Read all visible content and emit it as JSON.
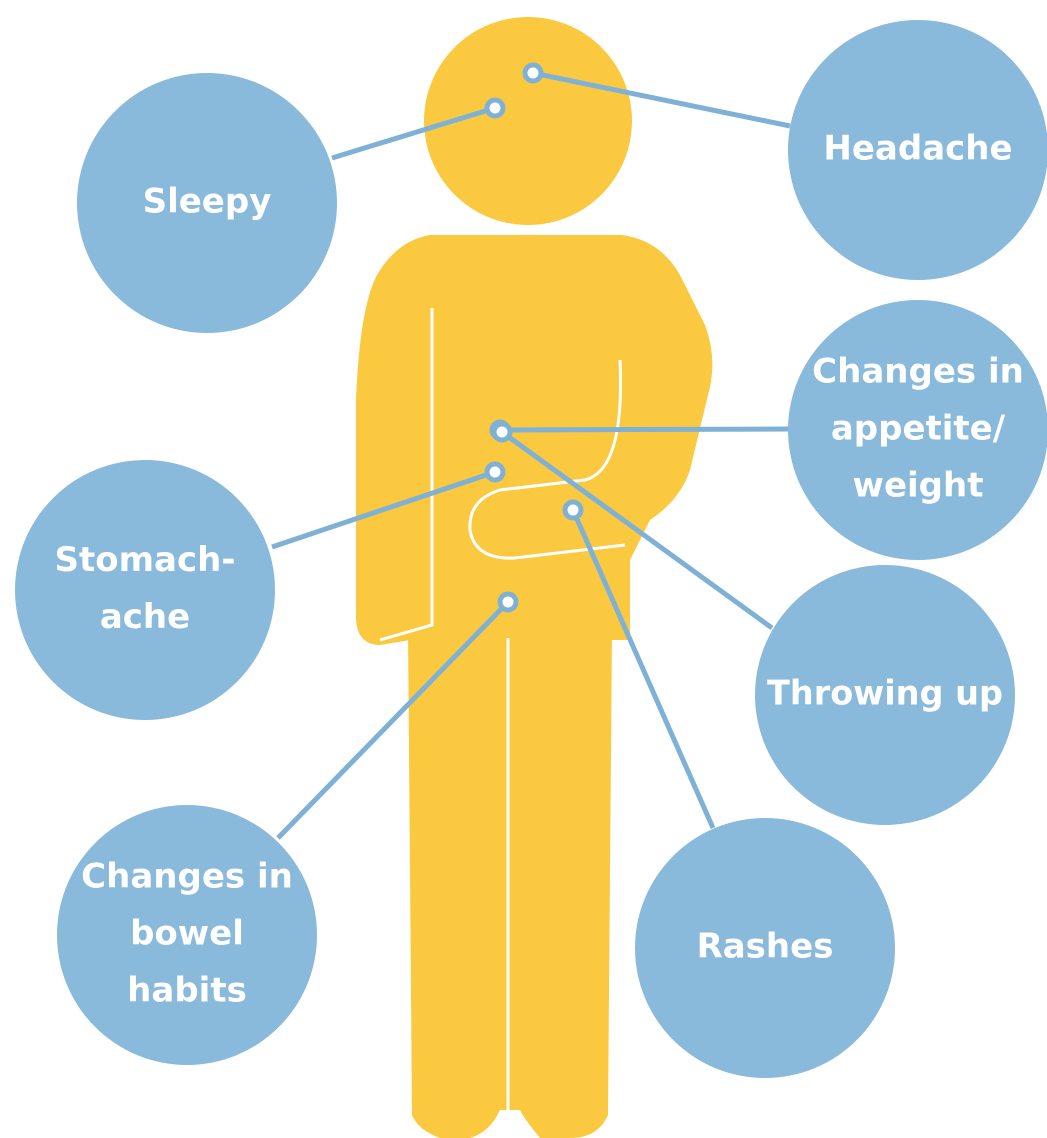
{
  "colors": {
    "background": "#ffffff",
    "figure": "#FBC93F",
    "bubble": "#89B9DB",
    "connector": "#7EB1D5",
    "figure_detail_line": "#ffffff"
  },
  "figure": {
    "icon": "person-silhouette-icon"
  },
  "symptoms": [
    {
      "id": "sleepy",
      "lines": [
        "Sleepy"
      ]
    },
    {
      "id": "headache",
      "lines": [
        "Headache"
      ]
    },
    {
      "id": "appetite",
      "lines": [
        "Changes in",
        "appetite/",
        "weight"
      ]
    },
    {
      "id": "stomachache",
      "lines": [
        "Stomach-",
        "ache"
      ]
    },
    {
      "id": "throwing-up",
      "lines": [
        "Throwing up"
      ]
    },
    {
      "id": "bowel",
      "lines": [
        "Changes in",
        "bowel",
        "habits"
      ]
    },
    {
      "id": "rashes",
      "lines": [
        "Rashes"
      ]
    }
  ]
}
